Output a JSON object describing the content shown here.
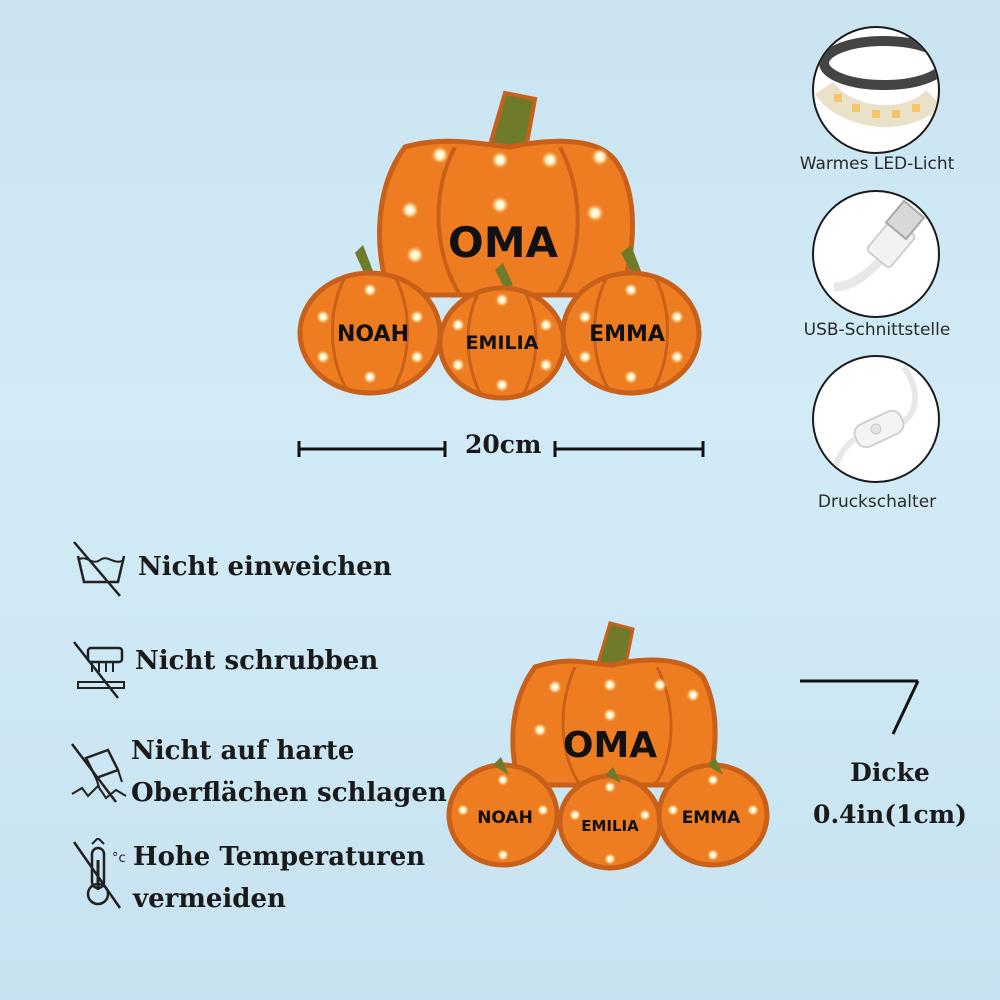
{
  "lamp": {
    "main_name": "OMA",
    "child_names": [
      "NOAH",
      "EMILIA",
      "EMMA"
    ]
  },
  "dimension": {
    "width_label": "20cm",
    "thickness_label_line1": "Dicke",
    "thickness_label_line2": "0.4in(1cm)"
  },
  "features": [
    {
      "icon": "led-strip-icon",
      "label": "Warmes LED-Licht"
    },
    {
      "icon": "usb-cable-icon",
      "label": "USB-Schnittstelle"
    },
    {
      "icon": "push-switch-icon",
      "label": "Druckschalter"
    }
  ],
  "care": [
    {
      "icon": "no-soak-icon",
      "lines": [
        "Nicht einweichen"
      ]
    },
    {
      "icon": "no-scrub-icon",
      "lines": [
        "Nicht schrubben"
      ]
    },
    {
      "icon": "no-hit-icon",
      "lines": [
        "Nicht auf harte",
        "Oberflächen schlagen"
      ]
    },
    {
      "icon": "no-heat-icon",
      "lines": [
        "Hohe Temperaturen",
        "vermeiden"
      ]
    }
  ],
  "colors": {
    "pumpkin": "#ee7d22",
    "pumpkin_dark": "#c9601a",
    "stem": "#6f7a2a",
    "bulb": "#fff4cf"
  }
}
